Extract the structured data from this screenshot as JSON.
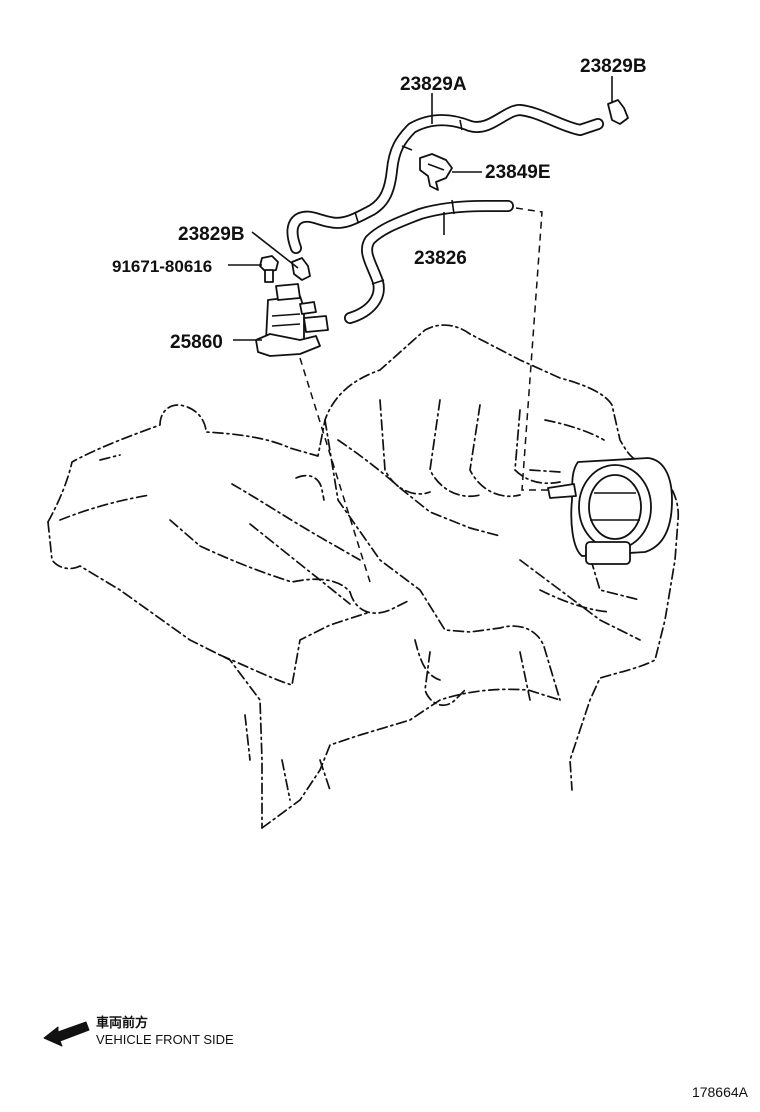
{
  "labels": {
    "p1": "23829A",
    "p2": "23829B",
    "p3": "23849E",
    "p4": "23829B",
    "p5": "91671-80616",
    "p6": "23826",
    "p7": "25860"
  },
  "direction_note": {
    "ja": "車両前方",
    "en": "VEHICLE FRONT SIDE"
  },
  "figure_id": "178664A"
}
